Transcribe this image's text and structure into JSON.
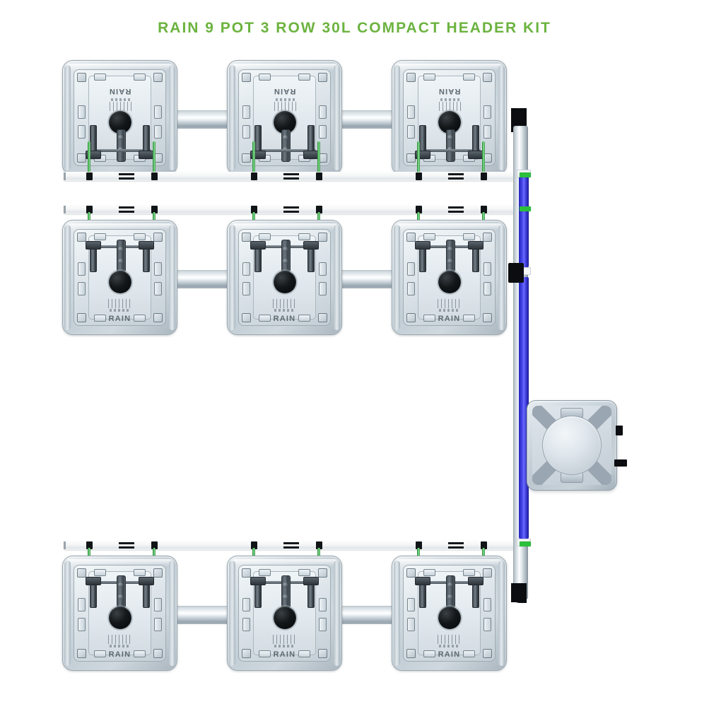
{
  "page": {
    "title": "RAIN 9 POT 3 ROW 30L COMPACT HEADER KIT",
    "title_color": "#6cb33f",
    "background_color": "#ffffff"
  },
  "product": {
    "brand": "RAIN",
    "pot_count": 9,
    "row_count": 3,
    "pots_per_row": 3,
    "pot_volume": "30L",
    "kit_type": "COMPACT HEADER KIT"
  },
  "colors": {
    "accent_green": "#6cb33f",
    "tube_green": "#2bbf3c",
    "tube_blue": "#3b3bdd",
    "fitting_black": "#0b0d10",
    "plastic_grey": "#c3ced6",
    "rail_white": "#f4f6f7"
  },
  "rows": [
    {
      "label": "Row 1",
      "pots": [
        {
          "label": "Pot 1",
          "brand": "RAIN",
          "brand_flipped": true
        },
        {
          "label": "Pot 2",
          "brand": "RAIN",
          "brand_flipped": true
        },
        {
          "label": "Pot 3",
          "brand": "RAIN",
          "brand_flipped": true
        }
      ]
    },
    {
      "label": "Row 2",
      "pots": [
        {
          "label": "Pot 4",
          "brand": "RAIN",
          "brand_flipped": false
        },
        {
          "label": "Pot 5",
          "brand": "RAIN",
          "brand_flipped": false
        },
        {
          "label": "Pot 6",
          "brand": "RAIN",
          "brand_flipped": false
        }
      ]
    },
    {
      "label": "Row 3",
      "pots": [
        {
          "label": "Pot 7",
          "brand": "RAIN",
          "brand_flipped": false
        },
        {
          "label": "Pot 8",
          "brand": "RAIN",
          "brand_flipped": false
        },
        {
          "label": "Pot 9",
          "brand": "RAIN",
          "brand_flipped": false
        }
      ]
    }
  ],
  "components": {
    "feeder_rail": "white feeder rail",
    "connector_pipe": "grey connector pipe",
    "vertical_manifold": "vertical grey manifold pipe",
    "blue_supply_tube": "blue supply tube",
    "green_drip_line": "green drip line",
    "black_elbow": "black elbow fitting",
    "black_tee": "black tee fitting",
    "green_fitting": "green connector fitting",
    "reservoir": "reservoir control unit"
  }
}
